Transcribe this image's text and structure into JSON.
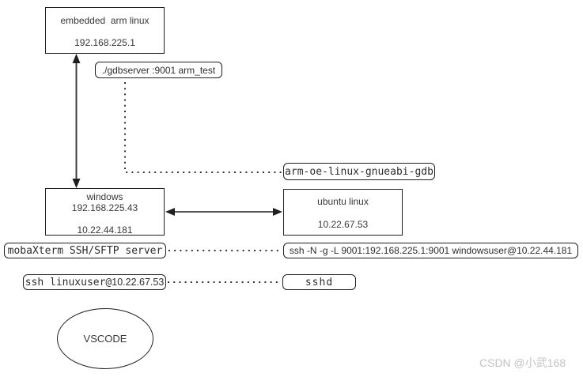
{
  "diagram": {
    "nodes": {
      "embedded": {
        "name": "embedded  arm linux",
        "ip": "192.168.225.1"
      },
      "windows": {
        "name": "windows",
        "ip1": "192.168.225.43",
        "ip2": "10.22.44.181"
      },
      "ubuntu": {
        "name": "ubuntu linux",
        "ip": "10.22.67.53"
      },
      "vscode": {
        "name": "VSCODE"
      }
    },
    "labels": {
      "gdbserver": "./gdbserver :9001 arm_test",
      "arm_gdb": "arm-oe-linux-gnueabi-gdb",
      "mobaxterm": "mobaXterm SSH/SFTP server",
      "ssh_tunnel": "ssh -N -g -L 9001:192.168.225.1:9001 windowsuser@10.22.44.181",
      "ssh_linuxuser_cmd": "ssh linuxuser@",
      "ssh_linuxuser_host": "10.22.67.53",
      "sshd": "sshd"
    },
    "watermark": "CSDN @小武168",
    "colors": {
      "stroke": "#1f1f1f",
      "arrow": "#404040",
      "dotted": "#333333",
      "text": "#383838",
      "watermark": "#c3c3c3",
      "background": "#ffffff"
    }
  }
}
